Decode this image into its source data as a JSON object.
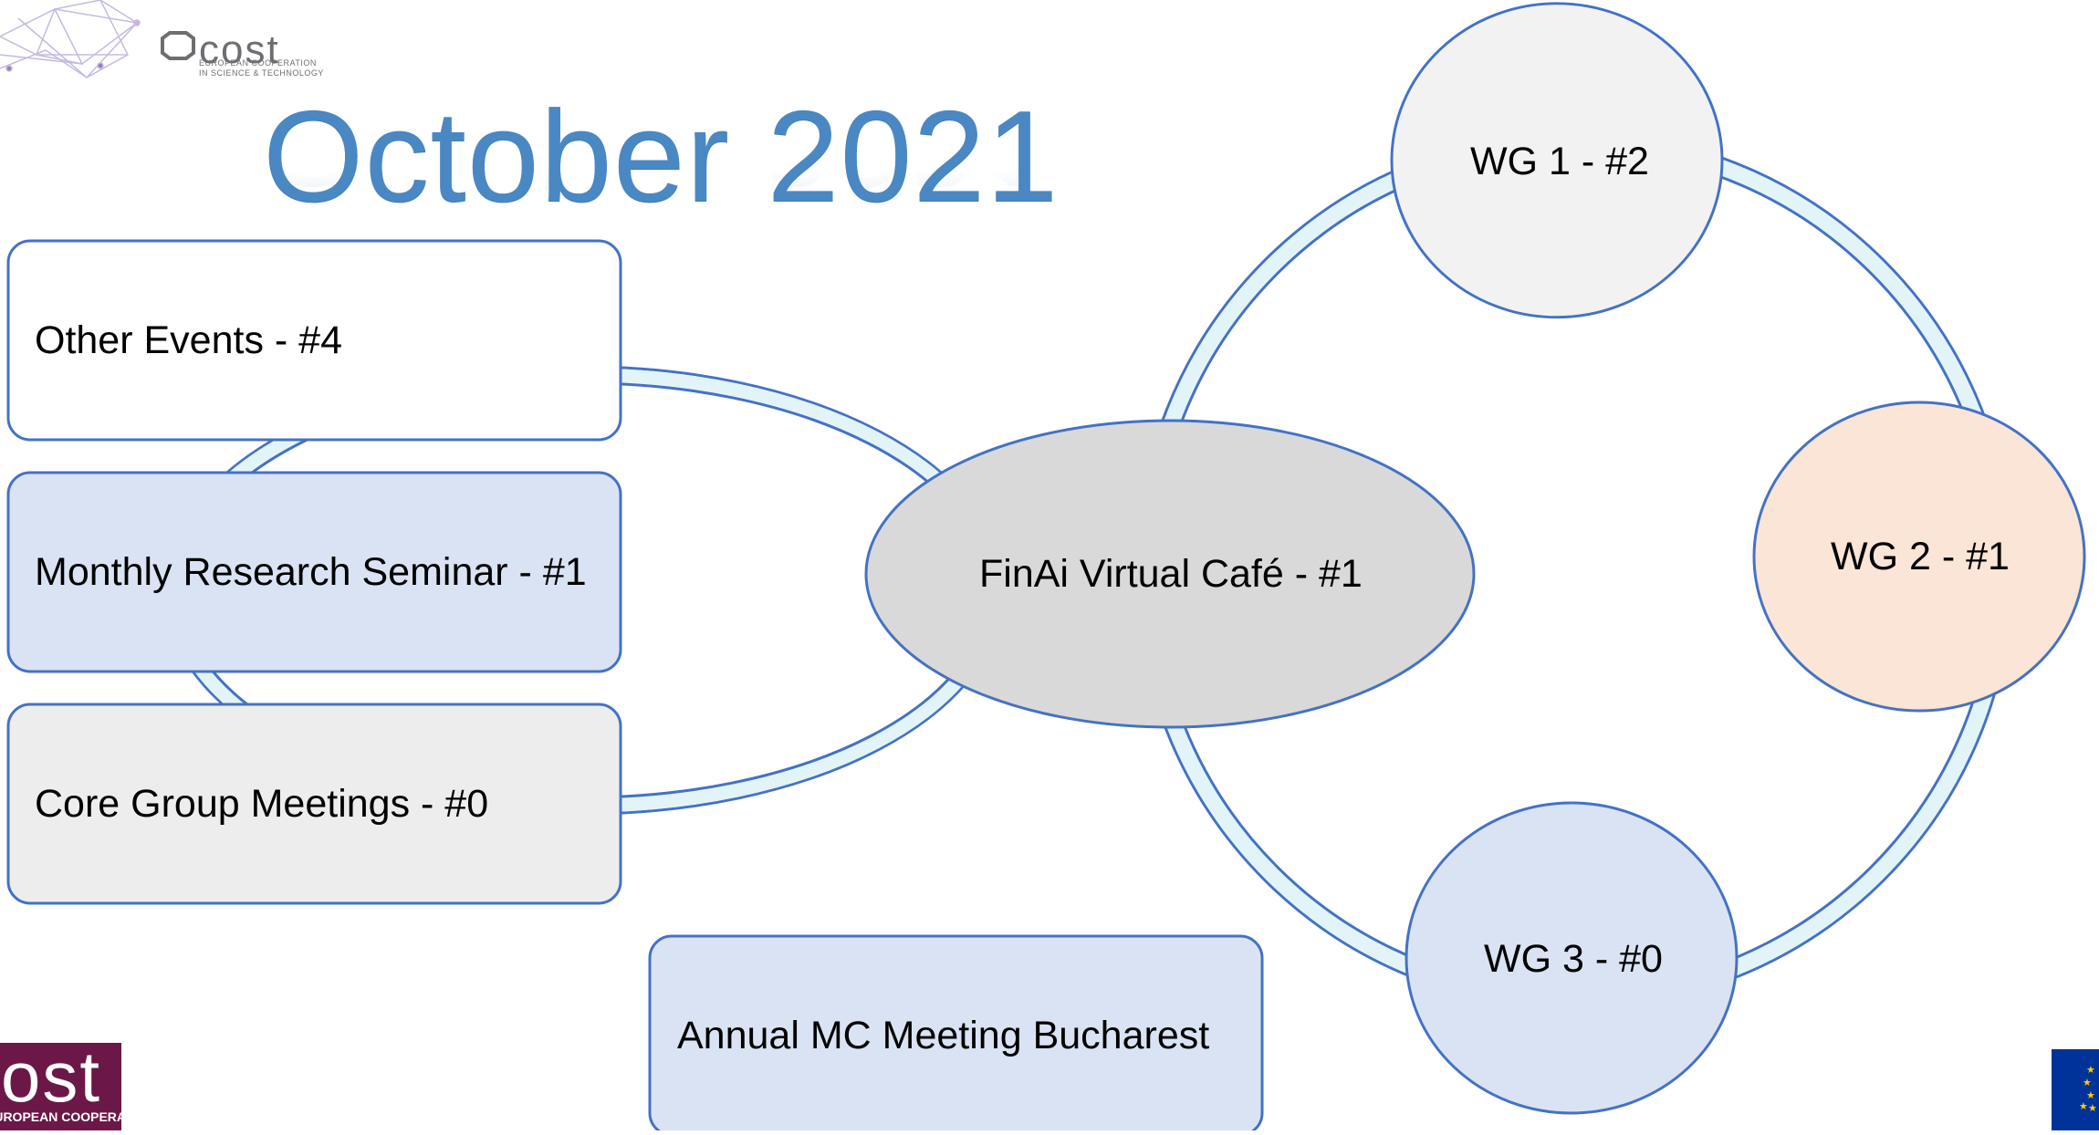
{
  "title": "October 2021",
  "logo_top": {
    "name": "cost",
    "tagline_1": "EUROPEAN COOPERATION",
    "tagline_2": "IN SCIENCE & TECHNOLOGY"
  },
  "logo_bottom": {
    "name": "cost",
    "tagline": "EUROPEAN COOPERATION"
  },
  "left_boxes": {
    "other_events": "Other Events  - #4",
    "monthly_seminar": "Monthly Research Seminar - #1",
    "core_group": "Core Group Meetings - #0"
  },
  "center": {
    "cafe": "FinAi Virtual Café - #1"
  },
  "annual": "Annual MC Meeting Bucharest",
  "wg_nodes": {
    "wg1": "WG 1 - #2",
    "wg2": "WG 2 - #1",
    "wg3": "WG 3 - #0"
  },
  "colors": {
    "title": "#4a88c3",
    "node_border": "#4472c4",
    "ring_fill": "#e3f4f9",
    "cafe_fill": "#d9d9d9",
    "box_white": "#ffffff",
    "box_blue": "#dae3f3",
    "box_grey": "#ededed",
    "wg1_fill": "#f2f2f2",
    "wg2_fill": "#fbe5d6",
    "wg3_fill": "#dae3f3",
    "cost_purple": "#6b1848",
    "eu_blue": "#003399"
  }
}
